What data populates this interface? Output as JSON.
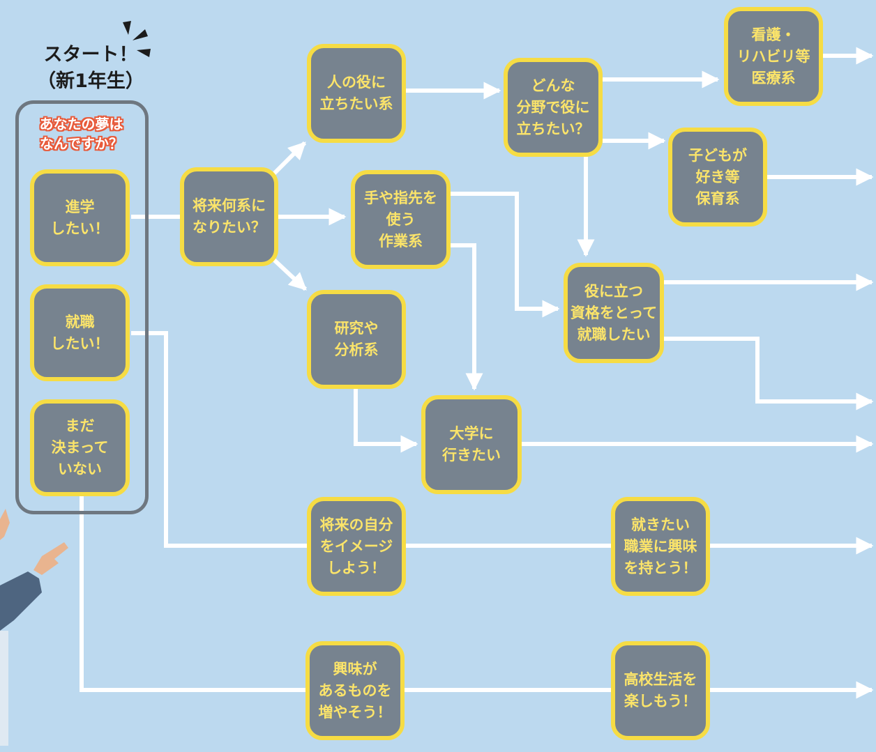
{
  "start": {
    "title": "スタート！\n（新1年生）",
    "question": "あなたの夢は\nなんですか？"
  },
  "choices": {
    "shingaku": "進学\nしたい！",
    "shushoku": "就職\nしたい！",
    "mada": "まだ\n決まって\nいない"
  },
  "nodes": {
    "shourai_nanikei": "将来何系に\nなりたい？",
    "hito_no_yaku": "人の役に\n立ちたい系",
    "te_ya_yubisaki": "手や指先を\n使う\n作業系",
    "kenkyu": "研究や\n分析系",
    "donna_bunya": "どんな\n分野で役に\n立ちたい？",
    "kango": "看護・\nリハビリ等\n医療系",
    "kodomo": "子どもが\n好き等\n保育系",
    "shikaku": "役に立つ\n資格をとって\n就職したい",
    "daigaku": "大学に\n行きたい",
    "shourai_jibun": "将来の自分\nをイメージ\nしよう！",
    "shokugyou": "就きたい\n職業に興味\nを持とう！",
    "kyoumi": "興味が\nあるものを\n増やそう！",
    "koukou": "高校生活を\n楽しもう！"
  },
  "colors": {
    "background": "#bcd9ef",
    "node_fill": "#77838f",
    "node_border": "#f6dc44",
    "node_text": "#fbe46a",
    "line": "#ffffff",
    "start_box": "#6e7780",
    "question_outline": "#e85a3a"
  },
  "icons": {
    "start_burst": "burst-lines",
    "pointing_hand": "pointing-hand-photo"
  }
}
